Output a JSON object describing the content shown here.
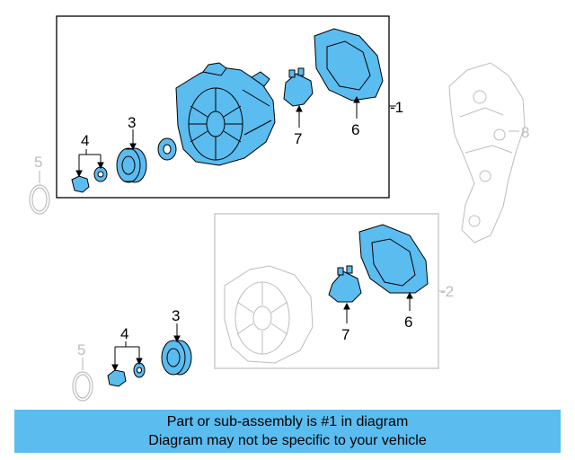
{
  "callouts": {
    "part_1": "-1",
    "part_2": "-2",
    "part_3_top": "3",
    "part_3_bottom": "3",
    "part_4_top": "4",
    "part_4_bottom": "4",
    "part_5_top": "5",
    "part_5_bottom": "5",
    "part_6_top": "6",
    "part_6_bottom": "6",
    "part_7_top": "7",
    "part_7_bottom": "7",
    "part_8": "8"
  },
  "banner": {
    "line1": "Part or sub-assembly is #1 in diagram",
    "line2": "Diagram may not be specific to your vehicle"
  },
  "colors": {
    "highlight_fill": "#5bbcef",
    "line": "#000000",
    "faded": "#bdbdbd",
    "banner_bg": "#5bbcef"
  }
}
